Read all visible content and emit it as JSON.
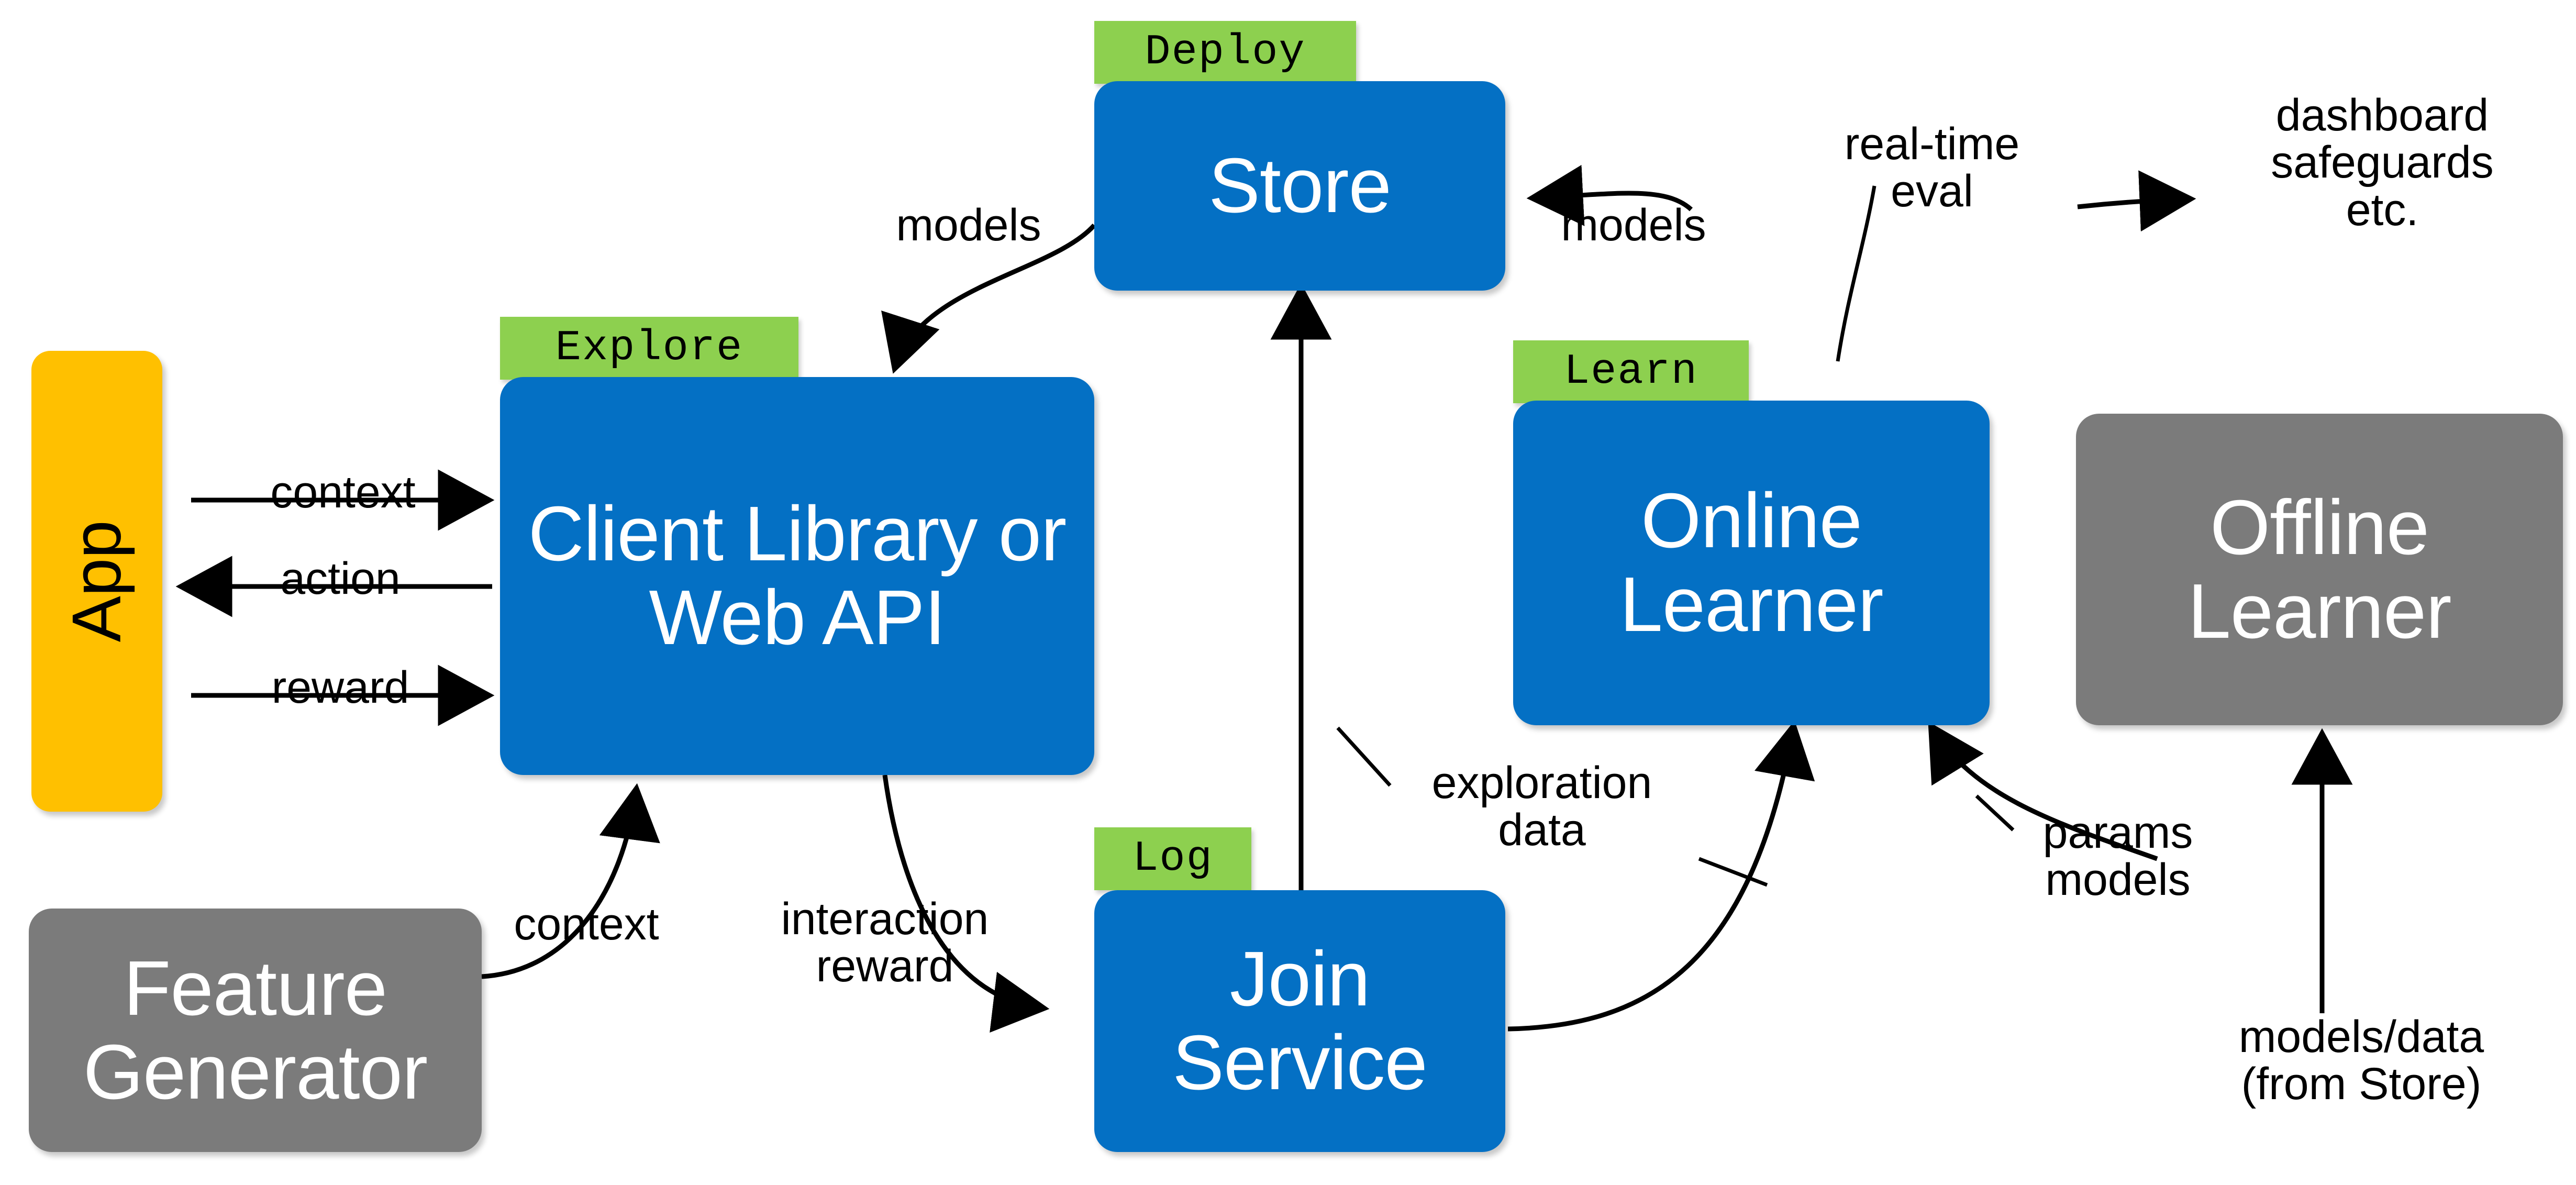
{
  "diagram": {
    "title": "Decision Service architecture",
    "colors": {
      "blue": "#0470C4",
      "gray": "#7B7B7B",
      "orange": "#FFC000",
      "green_tag": "#8DD04F",
      "text_on_fill": "#FFFFFF",
      "edge_text": "#000000",
      "background": "#FFFFFF"
    },
    "nodes": {
      "app": "App",
      "client_library": "Client Library\nor\nWeb API",
      "store": "Store",
      "online_learner": "Online\nLearner",
      "offline_learner": "Offline\nLearner",
      "join_service": "Join\nService",
      "feature_generator": "Feature\nGenerator"
    },
    "tags": {
      "deploy": "Deploy",
      "explore": "Explore",
      "learn": "Learn",
      "log": "Log"
    },
    "edge_labels": {
      "context_app": "context",
      "action": "action",
      "reward": "reward",
      "models_store_to_client": "models",
      "models_learner_to_store": "models",
      "real_time_eval": "real-time\neval",
      "dashboard_safeguards": "dashboard\nsafeguards\netc.",
      "context_featuregen": "context",
      "interaction_reward": "interaction\nreward",
      "exploration_data": "exploration\ndata",
      "params_models": "params\nmodels",
      "models_data_from_store": "models/data\n(from Store)"
    }
  }
}
